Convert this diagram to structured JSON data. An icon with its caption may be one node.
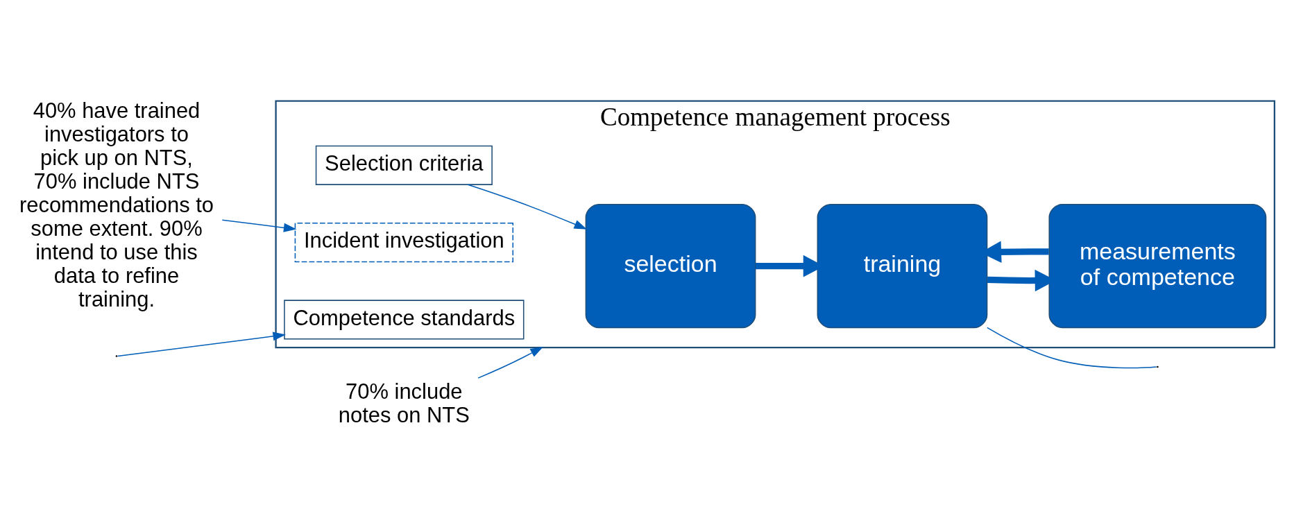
{
  "diagram": {
    "nodes": [
      {
        "text": [
          "Competence management process"
        ]
      },
      {
        "text": [
          "selection"
        ],
        "in": 0
      },
      {
        "text": [
          "training"
        ],
        "in": 0
      },
      {
        "text": [
          "measurements of competence"
        ],
        "in": 0
      },
      {
        "text": [
          "Selection criteria"
        ],
        "in": 0
      },
      {
        "text": [
          "Competence standards"
        ],
        "in": 0
      },
      {
        "text": [
          "Incident investigation"
        ],
        "in": 0
      },
      {
        "text": [
          "70% include notes on NTS"
        ]
      },
      {
        "text": [
          "40% have trained investigators to pick up on NTS, 70% include NTS recommendations to some extent. 90% intend to use this data to refine training."
        ]
      }
    ],
    "edges": [
      {
        "from": 1,
        "to": 2,
        "arrow": "to",
        "style": "thick"
      },
      {
        "from": 2,
        "to": 3,
        "arrow": "to",
        "style": "thick"
      },
      {
        "from": 3,
        "to": 2,
        "arrow": "to",
        "style": "thick"
      },
      {
        "from": 7,
        "to": 0,
        "arrow": "to"
      },
      {
        "from": 8,
        "to": 6,
        "arrow": "to"
      },
      {
        "from": 4,
        "to": 1,
        "arrow": "to"
      },
      {
        "from": 2,
        "to": null,
        "arrow": "none"
      },
      {
        "from": null,
        "to": 5,
        "arrow": "to"
      }
    ]
  }
}
